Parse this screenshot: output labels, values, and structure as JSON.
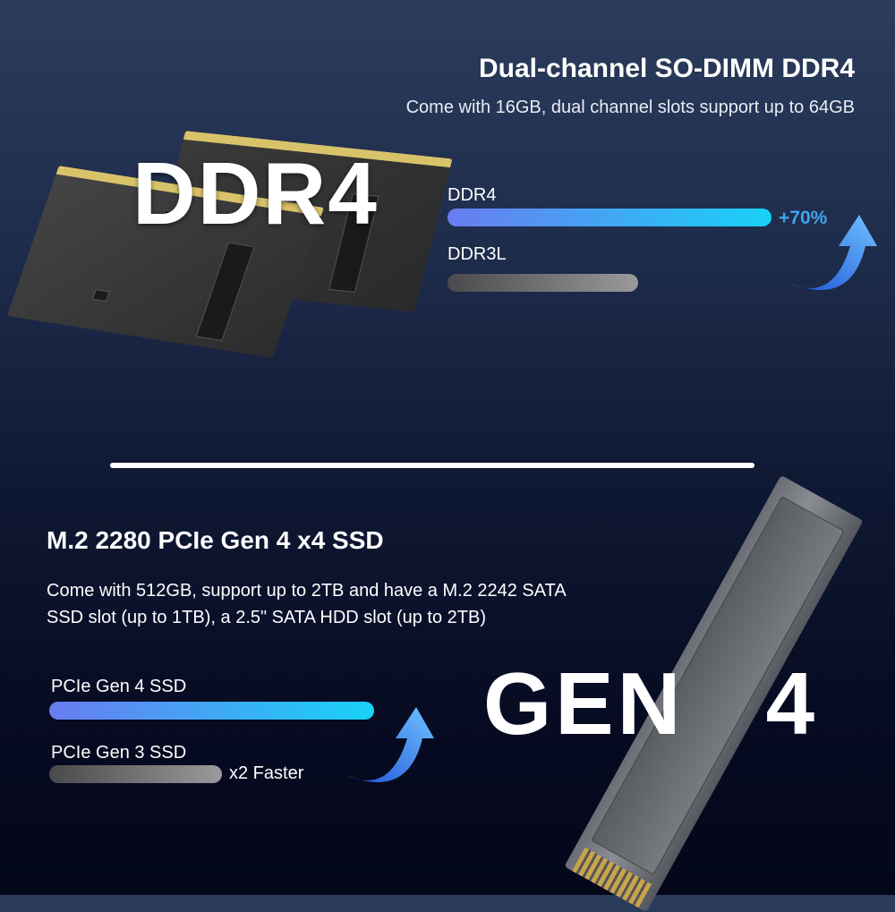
{
  "memory": {
    "title": "Dual-channel SO-DIMM DDR4",
    "subtitle": "Come with 16GB, dual channel slots support up to 64GB",
    "image_text": "DDR4",
    "bars": [
      {
        "label": "DDR4",
        "value": 100,
        "color": "#18d2f7"
      },
      {
        "label": "DDR3L",
        "value": 59,
        "color": "#9a9a9c"
      }
    ],
    "gain": "+70%",
    "gain_color": "#3fa4f0"
  },
  "storage": {
    "title": "M.2 2280 PCIe Gen 4 x4 SSD",
    "description_line1": "Come with 512GB, support up to 2TB and have a M.2 2242 SATA",
    "description_line2": "SSD slot (up to 1TB), a 2.5\" SATA HDD slot (up to 2TB)",
    "image_text": "GEN 4",
    "bars": [
      {
        "label": "PCIe Gen 4 SSD",
        "value": 100
      },
      {
        "label": "PCIe Gen 3 SSD",
        "value": 53
      }
    ],
    "gain": "x2 Faster"
  }
}
